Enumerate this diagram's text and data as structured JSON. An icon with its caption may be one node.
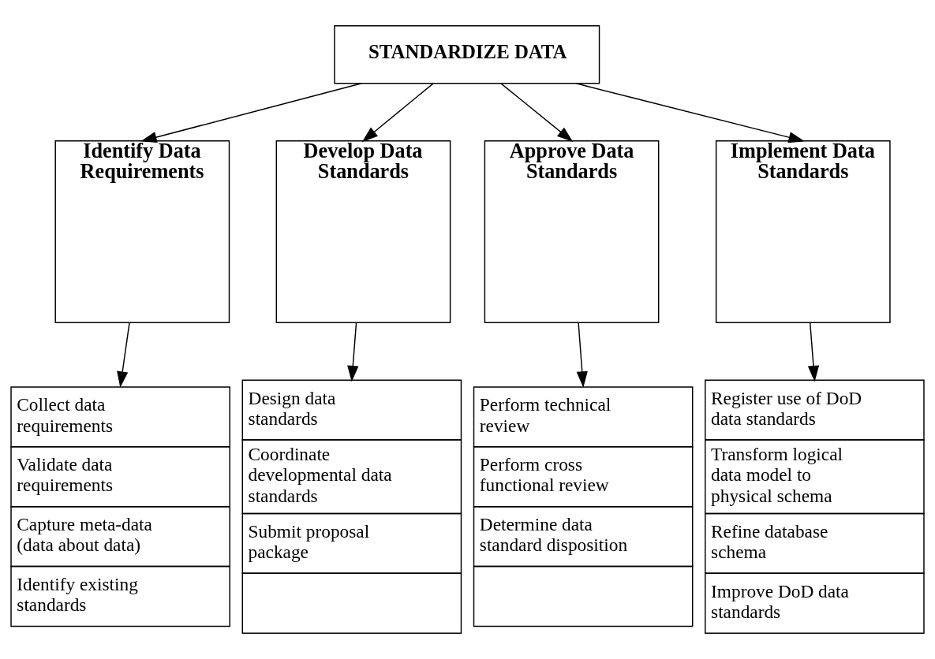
{
  "diagram": {
    "nodes": [
      {
        "text": [
          "STANDARDIZE DATA"
        ]
      },
      {
        "text": [
          "Identify Data Requirements"
        ]
      },
      {
        "text": [
          "Develop Data Standards"
        ]
      },
      {
        "text": [
          "Approve Data Standards"
        ]
      },
      {
        "text": [
          "Implement Data Standards"
        ]
      },
      {
        "text": [
          "Collect data requirements",
          "Validate data requirements",
          "Capture meta-data (data about data)",
          "Identify existing standards"
        ]
      },
      {
        "text": [
          "Design data standards",
          "Coordinate developmental data standards",
          "Submit proposal package"
        ]
      },
      {
        "text": [
          "Perform technical review",
          "Perform cross functional review",
          "Determine data standard disposition"
        ]
      },
      {
        "text": [
          "Register use of DoD data standards",
          "Transform logical data model to physical schema",
          "Refine database schema",
          "Improve DoD data standards"
        ]
      }
    ],
    "edges": [
      {
        "from": 0,
        "to": 1,
        "arrow": "to"
      },
      {
        "from": 0,
        "to": 2,
        "arrow": "to"
      },
      {
        "from": 0,
        "to": 3,
        "arrow": "to"
      },
      {
        "from": 0,
        "to": 4,
        "arrow": "to"
      },
      {
        "from": 1,
        "to": 5,
        "arrow": "to"
      },
      {
        "from": 2,
        "to": 6,
        "arrow": "to"
      },
      {
        "from": 3,
        "to": 7,
        "arrow": "to"
      },
      {
        "from": 4,
        "to": 8,
        "arrow": "to"
      }
    ]
  }
}
